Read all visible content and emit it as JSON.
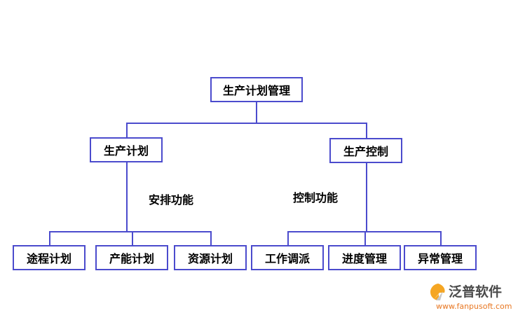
{
  "diagram": {
    "root": {
      "label": "生产计划管理"
    },
    "level2": [
      {
        "label": "生产计划"
      },
      {
        "label": "生产控制"
      }
    ],
    "edge_labels": [
      {
        "label": "安排功能"
      },
      {
        "label": "控制功能"
      }
    ],
    "leaves_left": [
      {
        "label": "途程计划"
      },
      {
        "label": "产能计划"
      },
      {
        "label": "资源计划"
      }
    ],
    "leaves_right": [
      {
        "label": "工作调派"
      },
      {
        "label": "进度管理"
      },
      {
        "label": "异常管理"
      }
    ],
    "colors": {
      "box_border": "#4b4bcd",
      "connector_line": "#4b4bcd",
      "text": "#000000"
    }
  },
  "watermark": {
    "brand": "泛普软件",
    "url": "www.fanpusoft.com",
    "brand_color": "#4a4a4a",
    "accent_color": "#e87722",
    "logo_color": "#f5a623"
  }
}
